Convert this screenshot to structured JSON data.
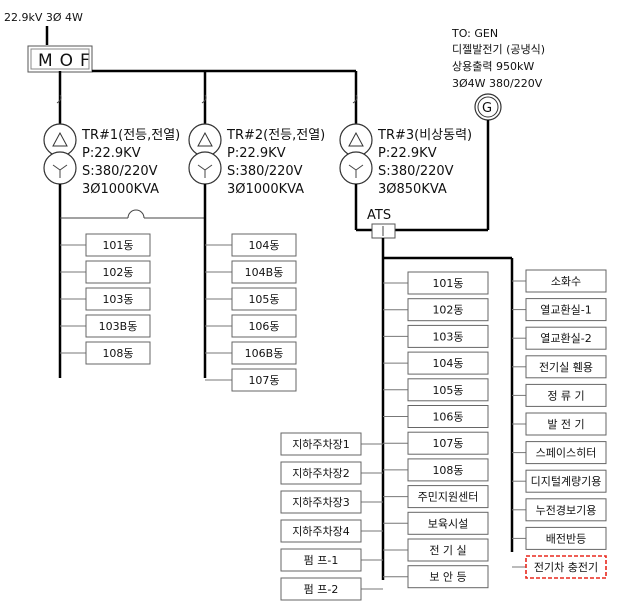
{
  "supply": "22.9kV 3Ø 4W",
  "mof": "MOF",
  "generator": {
    "lines": [
      "TO: GEN",
      "디젤발전기 (공냉식)",
      "상용출력 950kW",
      "3Ø4W 380/220V"
    ],
    "symbol": "G"
  },
  "transformers": [
    {
      "lines": [
        "TR#1(전등,전열)",
        "P:22.9KV",
        "S:380/220V",
        "3Ø1000KVA"
      ]
    },
    {
      "lines": [
        "TR#2(전등,전열)",
        "P:22.9KV",
        "S:380/220V",
        "3Ø1000KVA"
      ]
    },
    {
      "lines": [
        "TR#3(비상동력)",
        "P:22.9KV",
        "S:380/220V",
        "3Ø850KVA"
      ]
    }
  ],
  "ats": "ATS",
  "tr1_loads": [
    "101동",
    "102동",
    "103동",
    "103B동",
    "108동"
  ],
  "tr2_loads": [
    "104동",
    "104B동",
    "105동",
    "106동",
    "106B동",
    "107동"
  ],
  "tr3_left_loads": [
    "지하주차장1",
    "지하주차장2",
    "지하주차장3",
    "지하주차장4",
    "펌 프-1",
    "펌 프-2"
  ],
  "tr3_center_loads": [
    "101동",
    "102동",
    "103동",
    "104동",
    "105동",
    "106동",
    "107동",
    "108동",
    "주민지원센터",
    "보육시설",
    "전 기 실",
    "보 안 등"
  ],
  "tr3_right_loads": [
    "소화수",
    "열교환실-1",
    "열교환실-2",
    "전기실 휀용",
    "정 류 기",
    "발 전 기",
    "스페이스히터",
    "디지털계량기용",
    "누전경보기용",
    "배전반등",
    "전기차 충전기"
  ],
  "colors": {
    "highlight": "#e8281e",
    "line": "#000000"
  }
}
